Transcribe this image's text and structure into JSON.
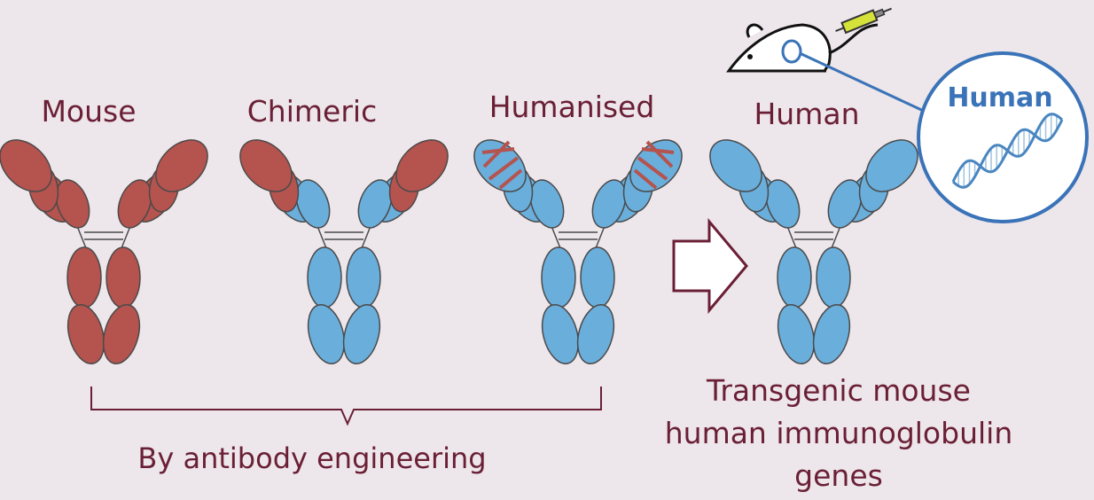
{
  "colors": {
    "background": "#ede6ea",
    "mouse_region": "#b5534e",
    "human_region": "#6aaedc",
    "outline": "#4a4a4a",
    "label_text": "#6a1f35",
    "callout_text": "#3a73b8",
    "callout_ring": "#3a73b8"
  },
  "antibodies": [
    {
      "label": "Mouse",
      "variable": "mouse",
      "constant_arm": "mouse",
      "stem": "mouse",
      "cdr_stripes": false
    },
    {
      "label": "Chimeric",
      "variable": "mouse",
      "constant_arm": "human",
      "stem": "human",
      "cdr_stripes": false
    },
    {
      "label": "Humanised",
      "variable": "human",
      "constant_arm": "human",
      "stem": "human",
      "cdr_stripes": true
    },
    {
      "label": "Human",
      "variable": "human",
      "constant_arm": "human",
      "stem": "human",
      "cdr_stripes": false
    }
  ],
  "bracket_label": "By antibody engineering",
  "transgenic_label": [
    "Transgenic mouse",
    "human immunoglobulin",
    "genes"
  ],
  "callout": {
    "label": "Human",
    "icon": "dna-helix-icon"
  },
  "icons": {
    "mouse": "mouse-icon",
    "syringe": "syringe-icon",
    "arrow": "right-arrow-icon"
  }
}
